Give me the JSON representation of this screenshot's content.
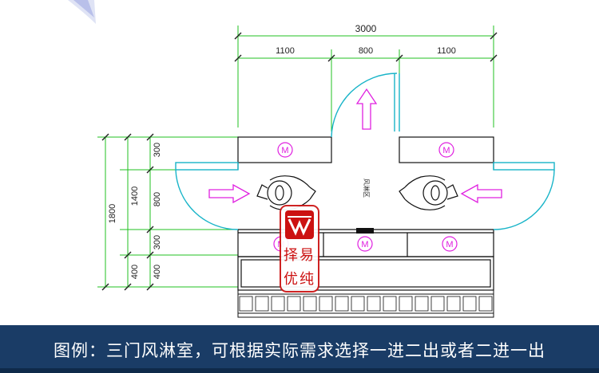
{
  "dimensions": {
    "overall_width": "3000",
    "left_span": "1100",
    "center_span": "800",
    "right_span": "1100",
    "overall_depth": "1800",
    "inner_depth": "1400",
    "seg_top": "300",
    "seg_mid": "800",
    "seg_bottom": "300",
    "base_outer": "400",
    "base_inner": "400"
  },
  "room_label": "风淋区",
  "nozzle_symbol": "M",
  "watermark": {
    "line1": "择易",
    "line2": "优纯"
  },
  "caption": "图例：三门风淋室，可根据实际需求选择一进二出或者二进一出",
  "colors": {
    "dimension_line": "#20c020",
    "door_arc": "#18b4c8",
    "arrow": "#e020e0",
    "caption_bg": "#1a3c66",
    "watermark": "#cc1111"
  }
}
